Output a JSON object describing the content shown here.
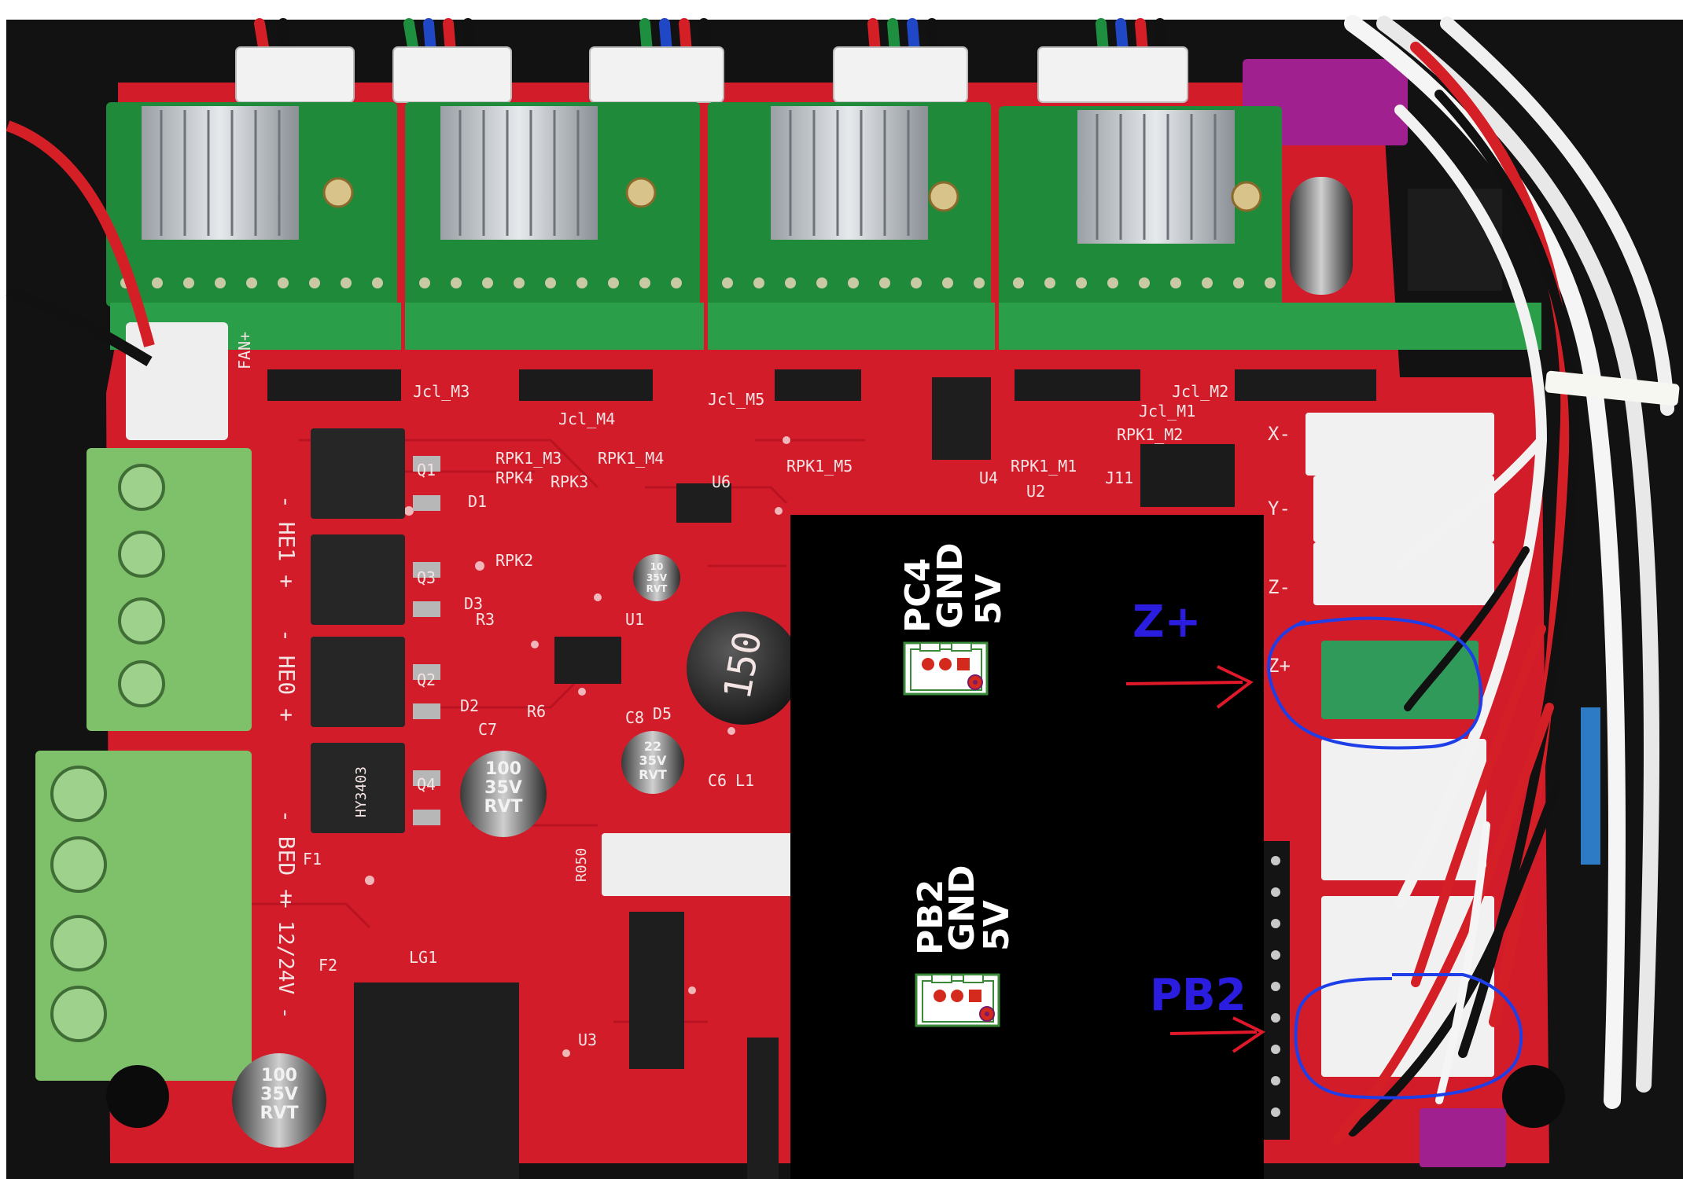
{
  "overlay": {
    "conn1": {
      "pin1": "PC4",
      "pin2": "GND",
      "pin3": "5V"
    },
    "conn2": {
      "pin1": "PB2",
      "pin2": "GND",
      "pin3": "5V"
    },
    "callout_top": "Z+",
    "callout_bottom": "PB2"
  },
  "silkscreen": {
    "fan": "FAN+",
    "he1": "- HE1 +",
    "he0": "- HE0 +",
    "bed": "- BED +",
    "power": "+ 12/24V -",
    "jumpers": [
      "Jcl_M3",
      "Jcl_M4",
      "Jcl_M5",
      "Jcl_M1",
      "Jcl_M2"
    ],
    "rpk": [
      "RPK1_M3",
      "RPK1_M4",
      "RPK1_M5",
      "RPK1_M1",
      "RPK1_M2",
      "RPK4",
      "RPK3",
      "RPK2"
    ],
    "refs": [
      "Q1",
      "Q3",
      "Q2",
      "Q4",
      "D1",
      "D3",
      "D2",
      "U6",
      "U4",
      "U2",
      "U1",
      "U3",
      "J11",
      "F1",
      "F2",
      "LG1",
      "C7",
      "C8",
      "C6",
      "L1",
      "D5",
      "R6",
      "R3"
    ],
    "endstops": [
      "X-",
      "Y-",
      "Z-",
      "Z+"
    ],
    "capacitors": {
      "big": "100\n35V\nRVT",
      "mid": "22\n35V\nRVT",
      "small": "10\n35V\nRVT"
    },
    "inductor": "150",
    "mosfet": "HY3403",
    "rs": "R050"
  },
  "colors": {
    "pcb": "#d31c2a",
    "driver": "#1f8a3a",
    "terminal": "#7fc06a",
    "mask": "#000000",
    "callout_text": "#2a1de0",
    "arrow": "#e0182a",
    "circle": "#1e3ee8"
  }
}
